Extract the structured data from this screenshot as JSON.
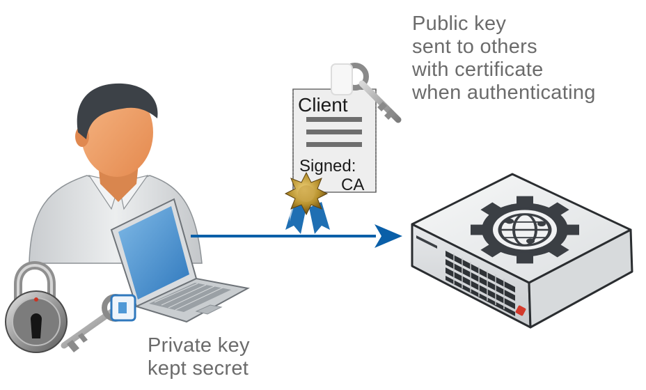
{
  "captions": {
    "public_key": [
      "Public key",
      "sent to others",
      "with certificate",
      "when authenticating"
    ],
    "private_key": [
      "Private key",
      "kept secret"
    ]
  },
  "certificate": {
    "title": "Client",
    "signed_label": "Signed:",
    "signer": "CA"
  },
  "colors": {
    "arrow": "#0a5fa8",
    "caption_text": "#6b6b6b",
    "skin": "#f3a66f",
    "hair": "#3c4147",
    "shirt": "#dfe1e3",
    "laptop_screen": "#4f98d6",
    "seal_gold": "#b8922e",
    "ribbon_blue": "#1f6fb3",
    "device_body": "#eceeef",
    "device_logo": "#3b3f44",
    "status_red": "#d33a2c"
  },
  "icons": [
    "person-icon",
    "laptop-icon",
    "padlock-icon",
    "private-key-icon",
    "public-key-icon",
    "certificate-icon",
    "seal-icon",
    "arrow-icon",
    "network-device-icon",
    "gear-globe-icon"
  ]
}
